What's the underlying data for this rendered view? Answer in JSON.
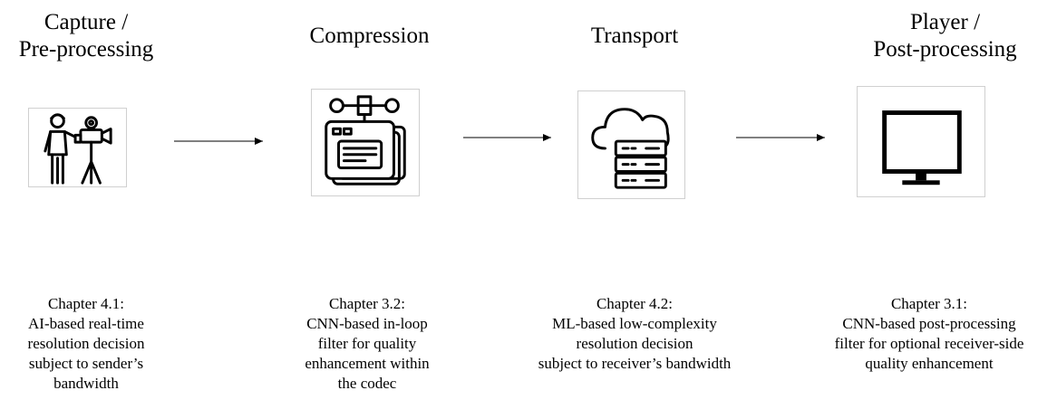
{
  "stages": [
    {
      "title": "Capture /\nPre-processing",
      "icon": "camera-operator-icon",
      "description": "Chapter 4.1:\nAI-based real-time\nresolution decision\nsubject to sender’s\nbandwidth"
    },
    {
      "title": "Compression",
      "icon": "codec-hardware-icon",
      "description": "Chapter 3.2:\nCNN-based in-loop\nfilter for quality\nenhancement within\nthe codec"
    },
    {
      "title": "Transport",
      "icon": "cloud-server-icon",
      "description": "Chapter 4.2:\nML-based low-complexity\nresolution decision\nsubject to receiver’s bandwidth"
    },
    {
      "title": "Player /\nPost-processing",
      "icon": "monitor-icon",
      "description": "Chapter 3.1:\nCNN-based post-processing\nfilter for optional receiver-side\nquality enhancement"
    }
  ]
}
